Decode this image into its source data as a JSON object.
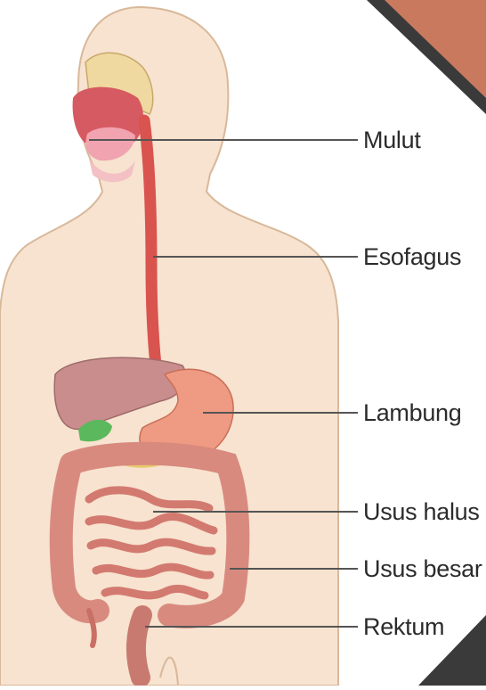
{
  "diagram": {
    "labels": {
      "mouth": "Mulut",
      "esophagus": "Esofagus",
      "stomach": "Lambung",
      "small_intestine": "Usus halus",
      "large_intestine": "Usus besar",
      "rectum": "Rektum"
    }
  },
  "colors": {
    "skin": "#f7e3d0",
    "skin_outline": "#d9b89a",
    "esophagus": "#d9534f",
    "stomach": "#ef9a82",
    "liver": "#c98d8d",
    "gallbladder": "#5cb85c",
    "intestine": "#d98a7e",
    "leader_line": "#555555",
    "corner_accent": "#c97a5e"
  }
}
